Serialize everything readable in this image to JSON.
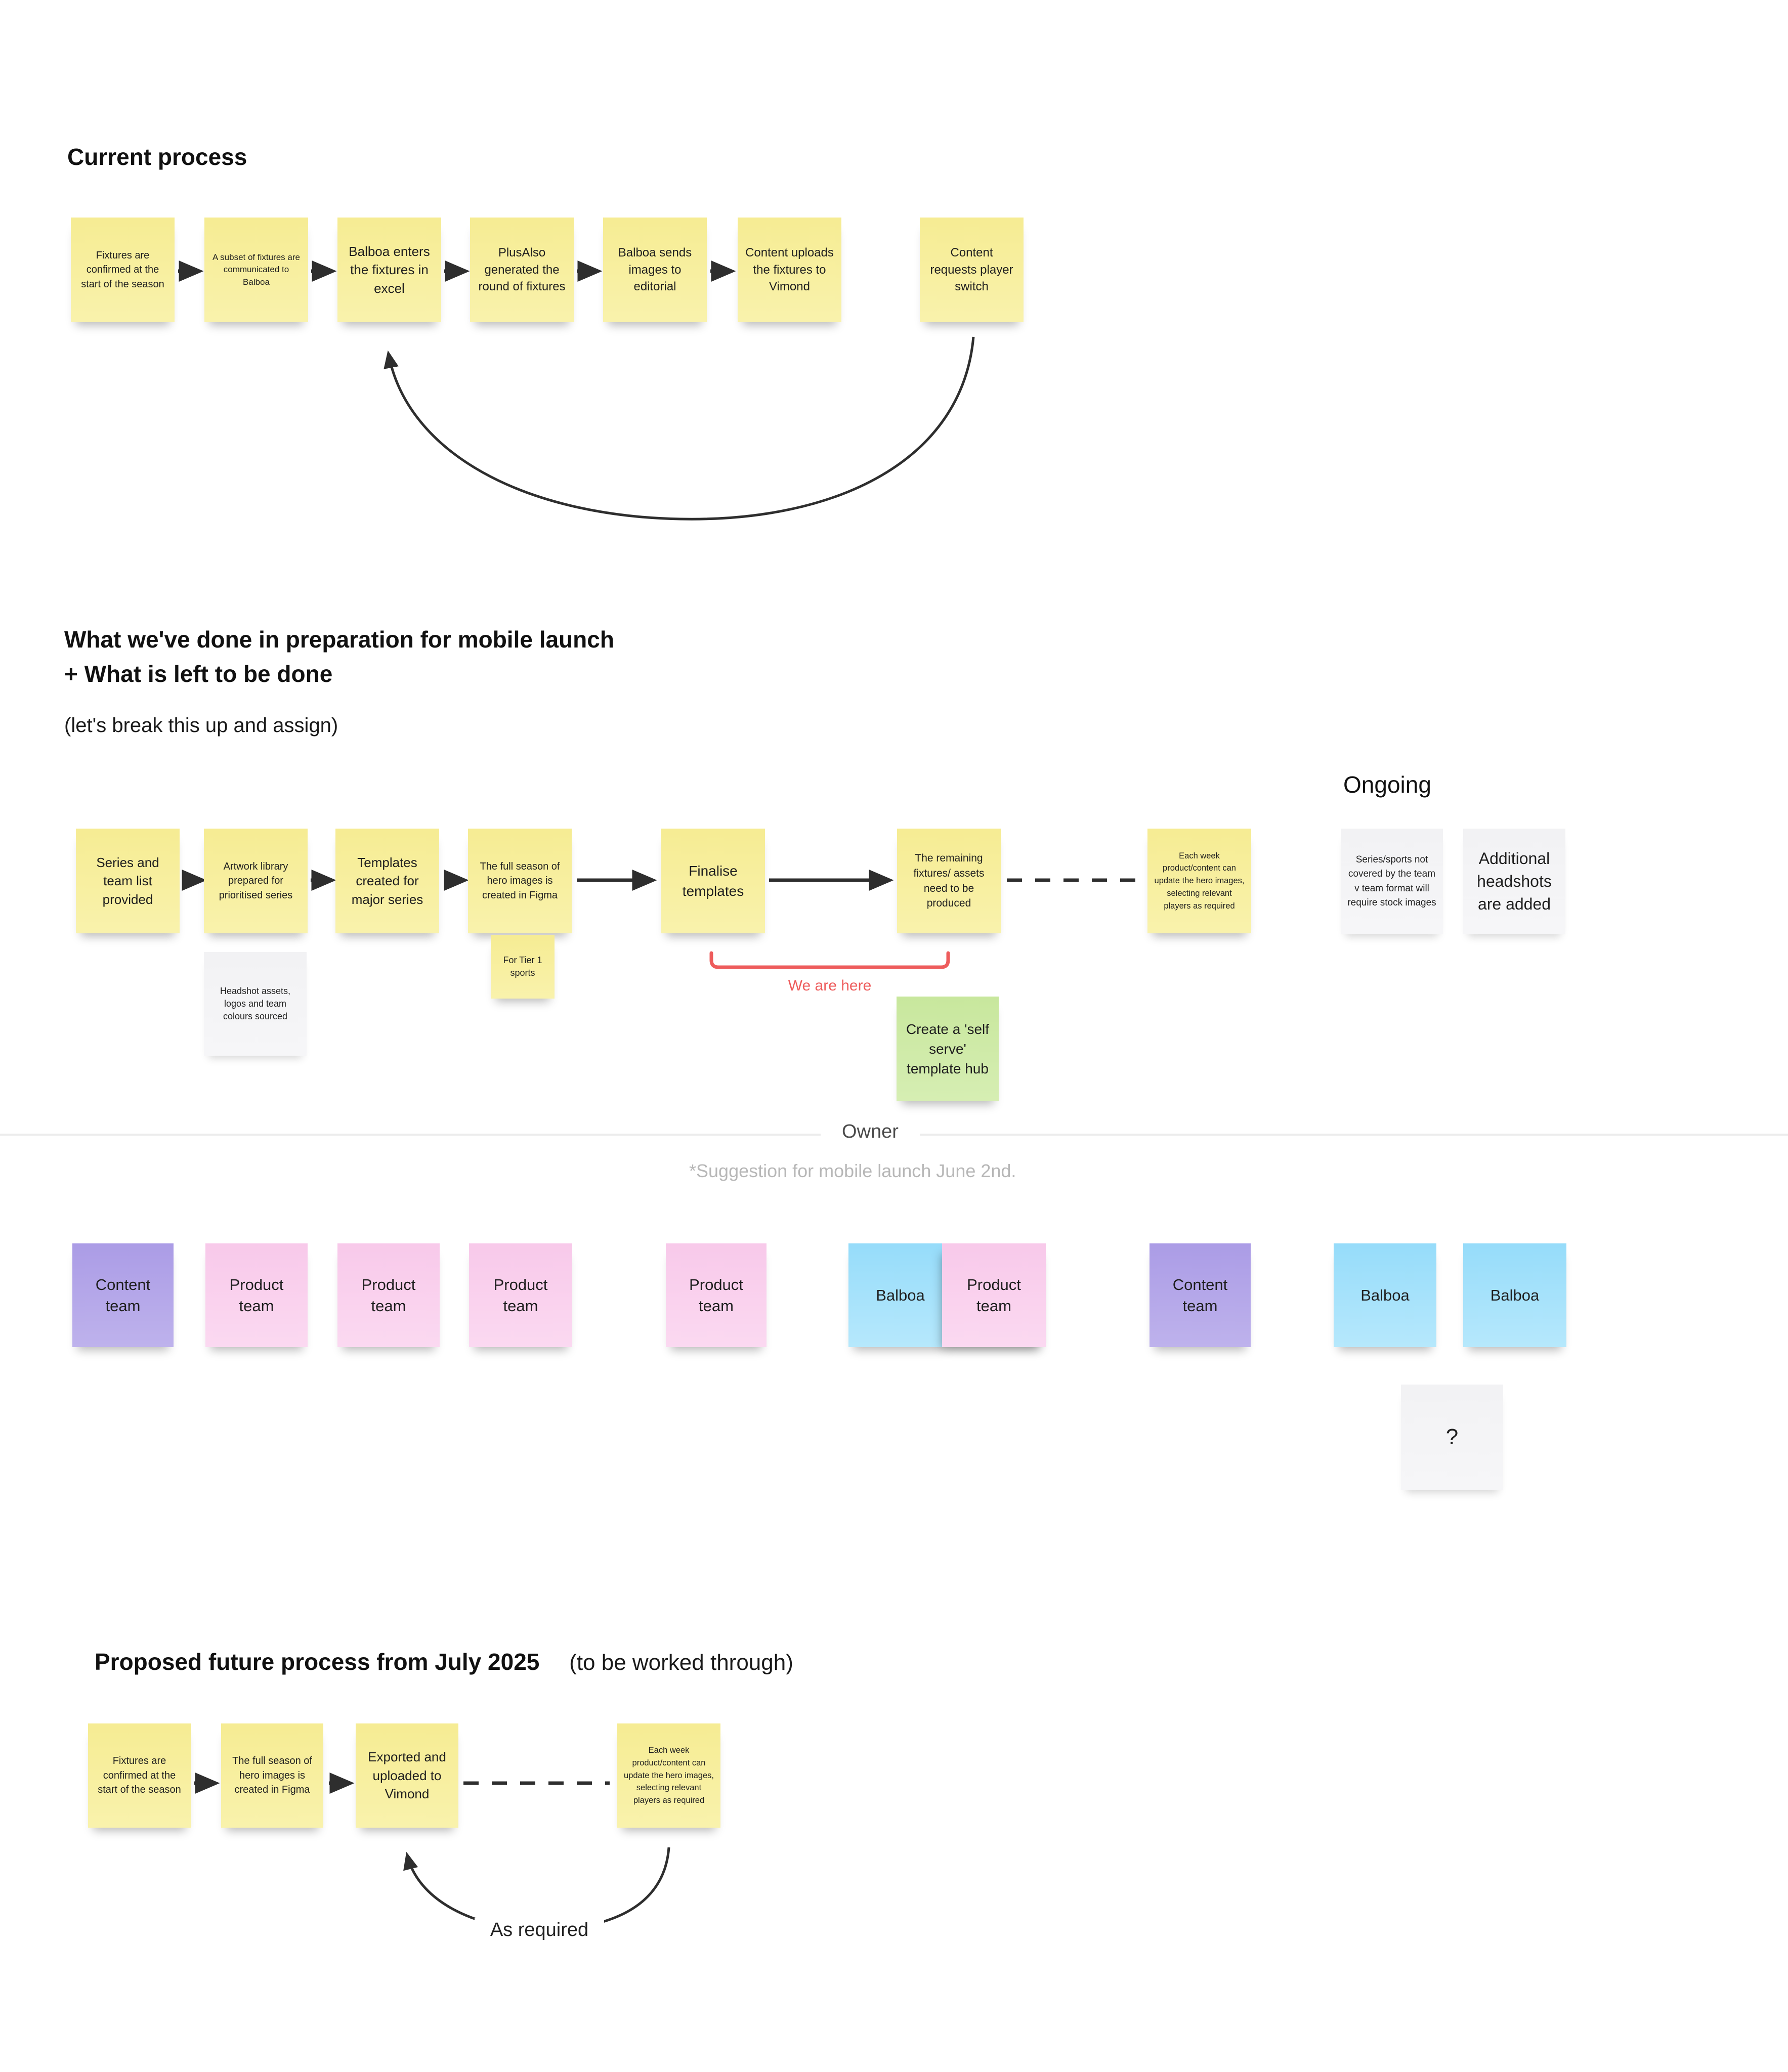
{
  "colors": {
    "yellow_note": "#f7ee9b",
    "white_note": "#f4f4f6",
    "green_note": "#cdeaa4",
    "purple_note": "#b2a4e8",
    "pink_note": "#f9cdec",
    "blue_note": "#9adefa",
    "accent_red": "#ee5c5c",
    "arrow": "#2e2e2e"
  },
  "section_current": {
    "heading": "Current process",
    "steps": [
      "Fixtures are confirmed at the start of the season",
      "A subset of fixtures are communicated to Balboa",
      "Balboa enters the fixtures in excel",
      "PlusAlso generated the round of fixtures",
      "Balboa sends images to editorial",
      "Content uploads the fixtures to Vimond",
      "Content requests player switch"
    ]
  },
  "section_prep": {
    "heading_line1": "What we've done in preparation for mobile launch",
    "heading_line2": "+ What is left to be done",
    "subheading": "(let's break this up and assign)",
    "steps": [
      "Series and team list provided",
      "Artwork library prepared for prioritised series",
      "Templates created for major series",
      "The full season of hero images is created in Figma",
      "Finalise templates",
      "The remaining fixtures/ assets need to be produced",
      "Each week product/content can update the hero images, selecting relevant players as required"
    ],
    "headshot_note": "Headshot assets, logos and team colours sourced",
    "tier_note": "For Tier 1 sports",
    "we_are_here": "We are here",
    "self_serve_note": "Create a 'self serve' template hub",
    "ongoing_heading": "Ongoing",
    "ongoing_notes": [
      "Series/sports not covered by the team v team format will require stock images",
      "Additional headshots are added"
    ]
  },
  "owner": {
    "divider_label": "Owner",
    "suggestion": "*Suggestion for mobile launch June 2nd.",
    "notes": [
      {
        "label": "Content team",
        "color": "purple"
      },
      {
        "label": "Product team",
        "color": "pink"
      },
      {
        "label": "Product team",
        "color": "pink"
      },
      {
        "label": "Product team",
        "color": "pink"
      },
      {
        "label": "Product team",
        "color": "pink"
      },
      {
        "label": "Balboa",
        "color": "blue"
      },
      {
        "label": "Product team",
        "color": "pink"
      },
      {
        "label": "Content team",
        "color": "purple"
      },
      {
        "label": "Balboa",
        "color": "blue"
      },
      {
        "label": "Balboa",
        "color": "blue"
      },
      {
        "label": "?",
        "color": "white"
      }
    ]
  },
  "section_future": {
    "heading": "Proposed future process from July 2025",
    "heading_suffix": "(to be worked through)",
    "steps": [
      "Fixtures are confirmed at the start of the season",
      "The full season of hero images is created in Figma",
      "Exported and uploaded to Vimond",
      "Each week product/content can update the hero images, selecting relevant players as required"
    ],
    "loop_label": "As required"
  }
}
